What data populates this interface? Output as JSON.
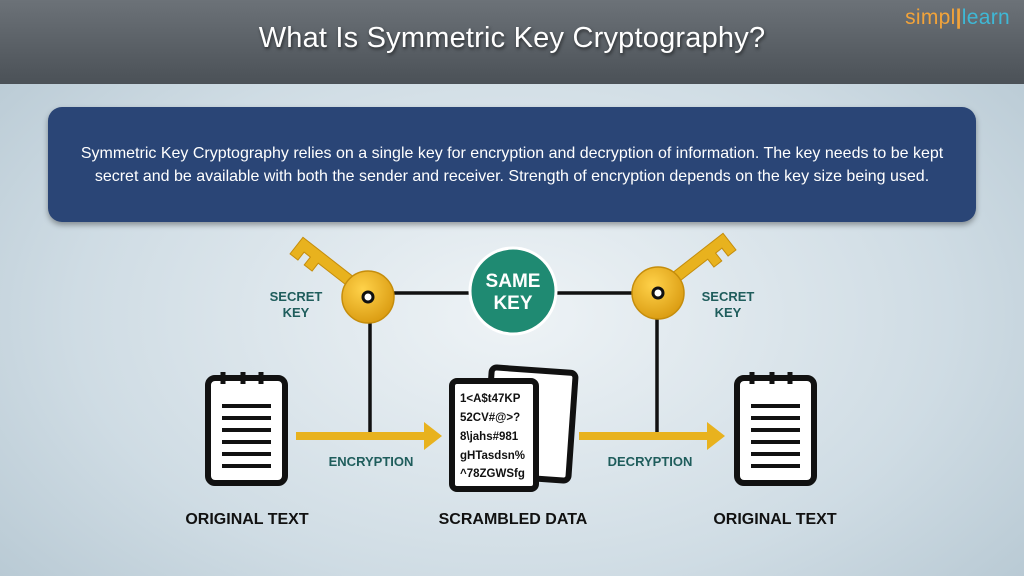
{
  "header": {
    "title": "What Is Symmetric Key Cryptography?",
    "logo_part1": "simpl",
    "logo_part2": "learn"
  },
  "description": "Symmetric Key Cryptography relies on a single key for encryption and decryption of information. The key needs to be kept secret and be available with both the sender and receiver. Strength of encryption depends on the key size being used.",
  "diagram": {
    "same_key_line1": "SAME",
    "same_key_line2": "KEY",
    "left_key_line1": "SECRET",
    "left_key_line2": "KEY",
    "right_key_line1": "SECRET",
    "right_key_line2": "KEY",
    "encryption_label": "ENCRYPTION",
    "decryption_label": "DECRYPTION",
    "left_doc_label": "ORIGINAL TEXT",
    "center_doc_label": "SCRAMBLED DATA",
    "right_doc_label": "ORIGINAL TEXT",
    "scrambled_lines": [
      "1<A$t47KP",
      "52CV#@>?",
      "8\\jahs#981",
      "gHTasdsn%",
      "^78ZGWSfg"
    ]
  },
  "colors": {
    "accent_gold": "#e8b21e",
    "label_teal": "#1f5d5c",
    "same_key_green": "#1f8a72",
    "desc_box": "#2a4576"
  }
}
